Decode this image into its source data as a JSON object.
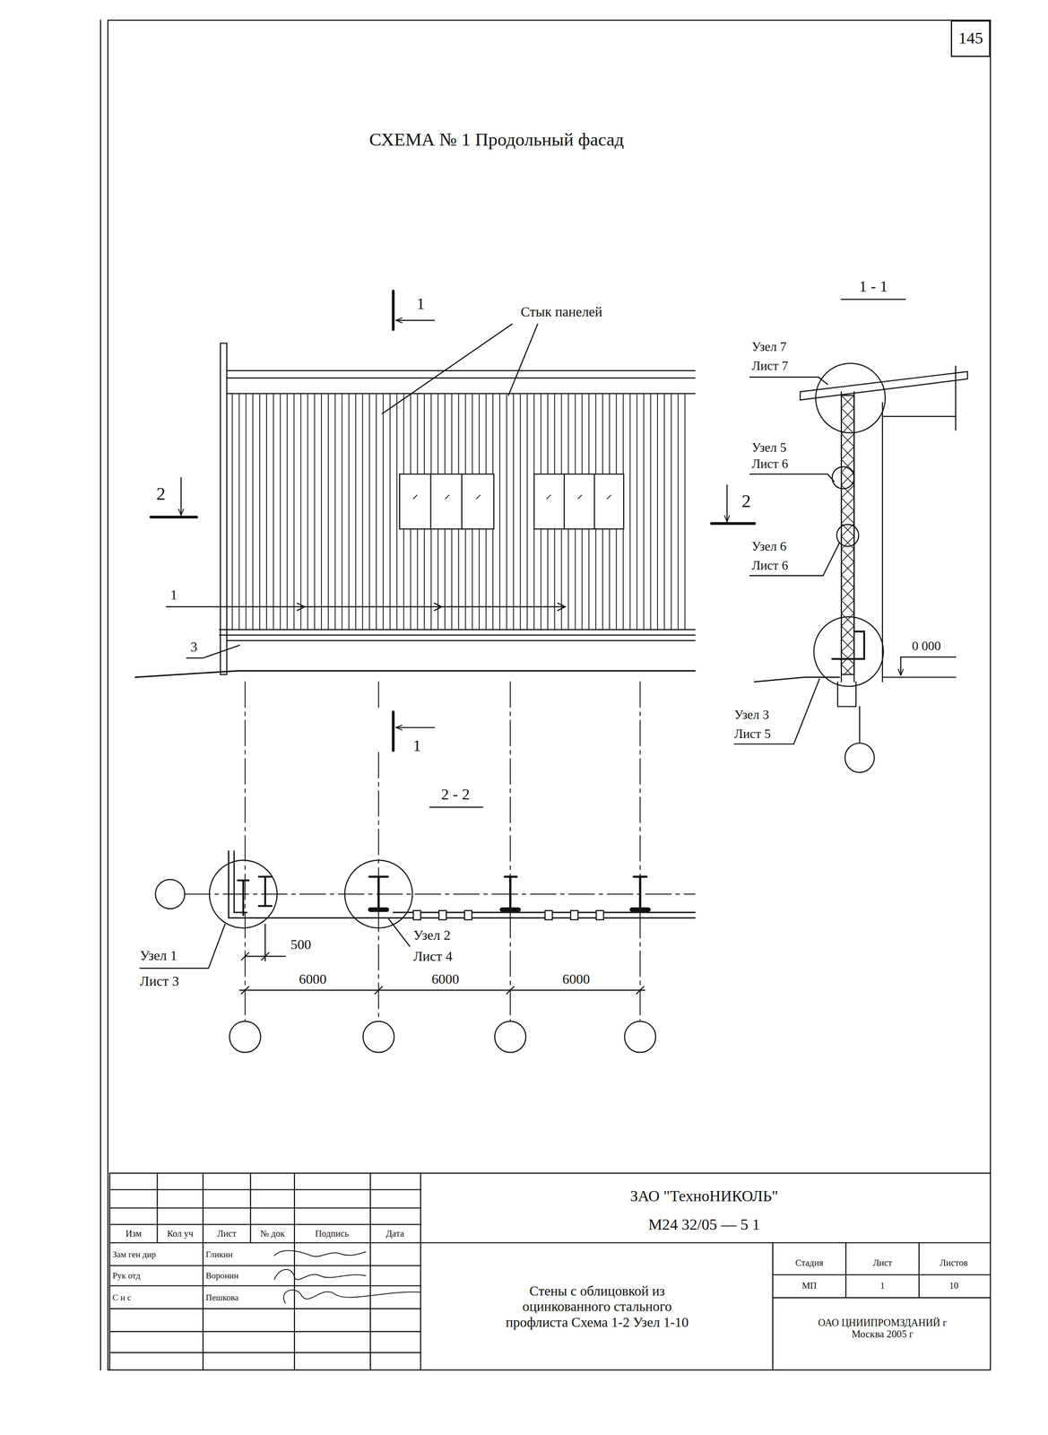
{
  "diagram": {
    "title": "СХЕМА № 1  Продольный фасад",
    "nodes": [
      {
        "text": [
          "145"
        ]
      }
    ],
    "labels": [
      "1",
      "Стык панелей",
      "1 - 1",
      "Узел 7",
      "Лист 7",
      "Узел 5",
      "Лист 6",
      "2",
      "2",
      "Узел 6",
      "Лист 6",
      "1",
      "3",
      "0 000",
      "1",
      "Узел 3",
      "Лист 5",
      "2 - 2",
      "500",
      "Узел 2",
      "Лист 4",
      "Узел 1",
      "Лист 3",
      "6000",
      "6000",
      "6000",
      "ЗАО \"ТехноНИКОЛЬ\"",
      "М24 32/05  —  5 1",
      "Изм",
      "Кол уч",
      "Лист",
      "№ док",
      "Подпись",
      "Дата",
      "Зам ген дир",
      "Гликин",
      "Рук отд",
      "Воронин",
      "С н с",
      "Пешкова",
      "Стены с облицовкой из оцинкованного стального профлиста Схема 1-2 Узел 1-10",
      "Стадия",
      "Лист",
      "Листов",
      "МП",
      "1",
      "10",
      "ОАО ЦНИИПРОМЗДАНИЙ г Москва 2005 г"
    ]
  }
}
